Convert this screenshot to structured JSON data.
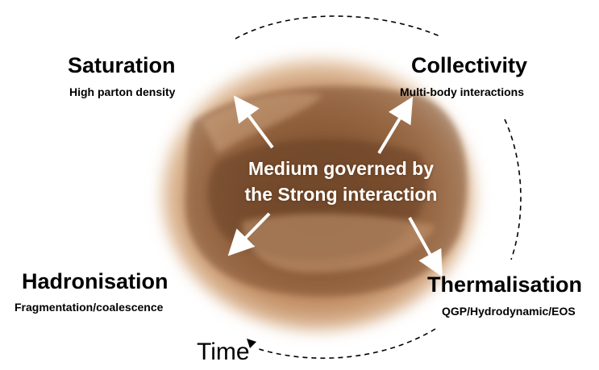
{
  "nodes": {
    "saturation": {
      "title": "Saturation",
      "subtitle": "High parton density"
    },
    "collectivity": {
      "title": "Collectivity",
      "subtitle": "Multi-body interactions"
    },
    "hadronisation": {
      "title": "Hadronisation",
      "subtitle": "Fragmentation/coalescence"
    },
    "thermalisation": {
      "title": "Thermalisation",
      "subtitle": "QGP/Hydrodynamic/EOS"
    }
  },
  "center": {
    "line1": "Medium governed by",
    "line2": "the Strong interaction"
  },
  "time_label": "Time",
  "colors": {
    "blob_outer": "#e7c9a9",
    "blob_mid": "#b8845a",
    "blob_dark": "#6b4428",
    "arrow": "#ffffff",
    "dashed_cycle": "#000000"
  }
}
